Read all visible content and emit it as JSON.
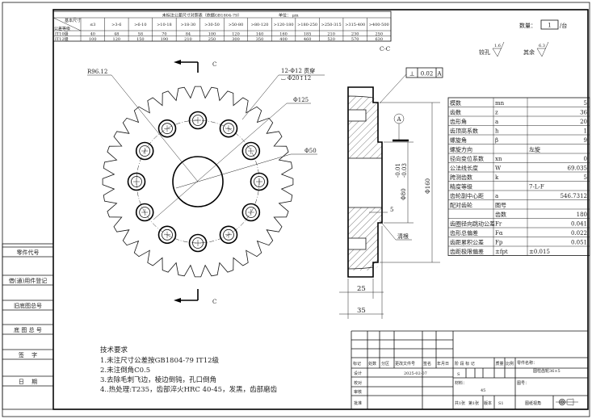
{
  "tolerance_table": {
    "title": "未标注公差尺寸对照表（依据GB1804-79）",
    "unit": "单位： μm",
    "corner_top": "基本尺寸",
    "corner_bottom": "公差等级",
    "headers": [
      "≤3",
      ">3-6",
      ">6-10",
      ">10-18",
      ">18-30",
      ">30-50",
      ">50-80",
      ">80-120",
      ">120-180",
      ">180-250",
      ">250-315",
      ">315-400",
      ">400-500"
    ],
    "rows": [
      {
        "grade": "IT10级",
        "values": [
          "40",
          "48",
          "58",
          "70",
          "84",
          "100",
          "120",
          "140",
          "160",
          "185",
          "210",
          "230",
          "250"
        ]
      },
      {
        "grade": "IT12级",
        "values": [
          "100",
          "120",
          "150",
          "190",
          "210",
          "250",
          "300",
          "350",
          "400",
          "460",
          "520",
          "570",
          "630"
        ]
      }
    ]
  },
  "quantity": {
    "label": "数量：",
    "value": "1",
    "unit": "/台"
  },
  "roughness": [
    {
      "label": "铰孔",
      "value": "1.6"
    },
    {
      "label": "其余",
      "value": "6.3"
    }
  ],
  "section_label": "C-C",
  "front_view": {
    "section_mark": "C",
    "radius_label": "R96.12",
    "holes_label": "12-Φ12 贯穿",
    "counterbore_label": "⌴ Φ20↧12",
    "pcd_label": "Φ125",
    "bore_label": "Φ50",
    "teeth": 36,
    "holes": 12
  },
  "section_view": {
    "perpendicularity": {
      "symbol": "⊥",
      "value": "0.02",
      "datum": "A"
    },
    "datum": "A",
    "dia_160": "Φ160",
    "dia_80": "Φ80",
    "tol_upper": "-0.01",
    "tol_lower": "-0.03",
    "dim_5": "5",
    "clear_root": "清根",
    "dim_25": "25",
    "dim_35": "35"
  },
  "gear_params": [
    [
      "模数",
      "mn",
      "5"
    ],
    [
      "齿数",
      "z",
      "36"
    ],
    [
      "齿形角",
      "a",
      "20"
    ],
    [
      "齿顶高系数",
      "h",
      "1"
    ],
    [
      "螺旋角",
      "β",
      "9"
    ],
    [
      "螺旋方向",
      "",
      "左旋"
    ],
    [
      "径向变位系数",
      "xn",
      "0"
    ],
    [
      "公法线长度",
      "W",
      "69.035"
    ],
    [
      "跨测齿数",
      "k",
      "5"
    ],
    [
      "精度等级",
      "",
      "7-L-F"
    ],
    [
      "齿轮副中心距",
      "a",
      "546.7312"
    ],
    [
      "配对齿轮",
      "图号",
      ""
    ],
    [
      "",
      "齿数",
      "180"
    ],
    [
      "齿圈径向跳动公差",
      "Fr",
      "0.041"
    ],
    [
      "齿形总偏差",
      "Fα",
      "0.022"
    ],
    [
      "齿距累积公差",
      "Fp",
      "0.051"
    ],
    [
      "齿距极限偏差",
      "±fpt",
      "±0.015"
    ]
  ],
  "tech_requirements": {
    "title": "技术要求",
    "items": [
      "1.未注尺寸公差按GB1804-79 IT12级",
      "2.未注倒角C0.5",
      "3.去除毛刺飞边，棱边倒钝，孔口倒角",
      "4..热处理:T235，齿部淬火HRC 40-45，发黑，齿部磨齿"
    ]
  },
  "side_column": [
    "零件代号",
    "借(通)用件登记",
    "旧底图总号",
    "底 图 总 号",
    "签　 字",
    "日　 期"
  ],
  "title_block": {
    "rev_headers": [
      "标记",
      "处数",
      "分区",
      "更改文件号",
      "签名",
      "年月日"
    ],
    "roles": [
      "设计",
      "校对",
      "审核",
      "批准"
    ],
    "date": "2025-02-07",
    "stage_headers": [
      "阶 段 标 记",
      "质量",
      "比例"
    ],
    "stage_value": "S",
    "material_label": "材料：",
    "material": "45",
    "part_name_label": "零件名称：",
    "part_name": "圆柱齿轮36×5",
    "drawing_no_label": "图号：",
    "sheets_total": "共1张",
    "sheet_no": "第1张",
    "version_label": "版本",
    "version": "S1",
    "view_label": "图纸视角"
  }
}
